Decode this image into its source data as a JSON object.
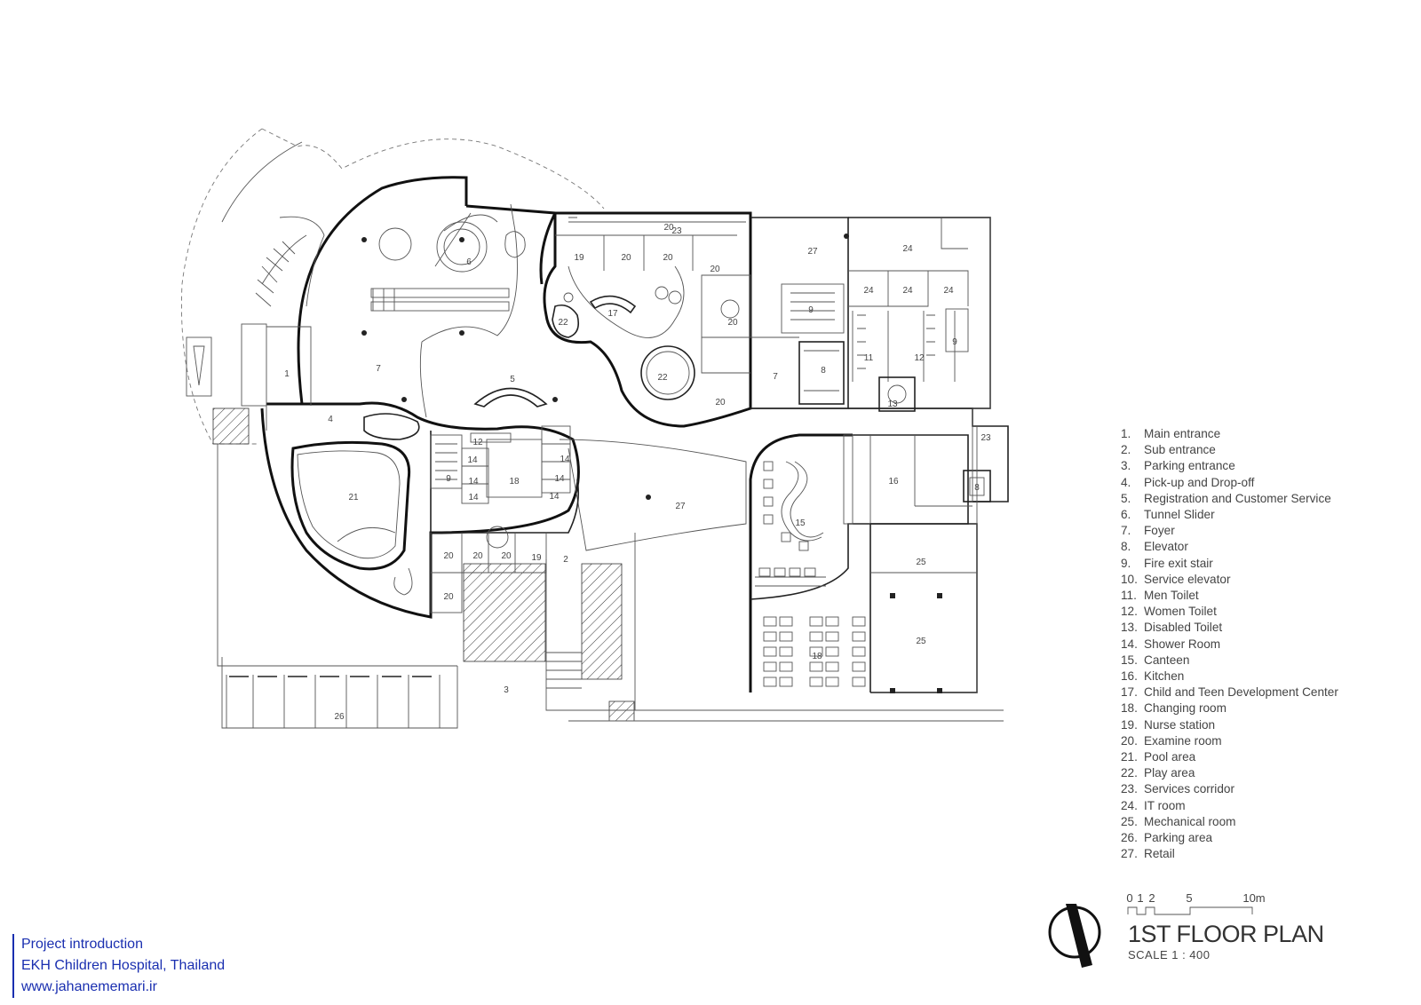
{
  "plan": {
    "title": "1ST FLOOR PLAN",
    "scale": "SCALE 1 : 400",
    "scale_bar": {
      "ticks": [
        "0",
        "1",
        "2",
        "5",
        "10m"
      ]
    },
    "legend": [
      {
        "num": "1.",
        "label": "Main entrance"
      },
      {
        "num": "2.",
        "label": "Sub entrance"
      },
      {
        "num": "3.",
        "label": "Parking entrance"
      },
      {
        "num": "4.",
        "label": "Pick-up and Drop-off"
      },
      {
        "num": "5.",
        "label": "Registration and Customer Service"
      },
      {
        "num": "6.",
        "label": "Tunnel Slider"
      },
      {
        "num": "7.",
        "label": "Foyer"
      },
      {
        "num": "8.",
        "label": "Elevator"
      },
      {
        "num": "9.",
        "label": "Fire exit stair"
      },
      {
        "num": "10.",
        "label": "Service elevator"
      },
      {
        "num": "11.",
        "label": "Men Toilet"
      },
      {
        "num": "12.",
        "label": "Women Toilet"
      },
      {
        "num": "13.",
        "label": "Disabled Toilet"
      },
      {
        "num": "14.",
        "label": "Shower Room"
      },
      {
        "num": "15.",
        "label": "Canteen"
      },
      {
        "num": "16.",
        "label": "Kitchen"
      },
      {
        "num": "17.",
        "label": "Child and Teen Development Center"
      },
      {
        "num": "18.",
        "label": "Changing room"
      },
      {
        "num": "19.",
        "label": "Nurse station"
      },
      {
        "num": "20.",
        "label": "Examine room"
      },
      {
        "num": "21.",
        "label": "Pool area"
      },
      {
        "num": "22.",
        "label": "Play area"
      },
      {
        "num": "23.",
        "label": "Services corridor"
      },
      {
        "num": "24.",
        "label": "IT room"
      },
      {
        "num": "25.",
        "label": "Mechanical room"
      },
      {
        "num": "26.",
        "label": "Parking area"
      },
      {
        "num": "27.",
        "label": "Retail"
      }
    ],
    "room_labels": {
      "r1": "1",
      "r2": "2",
      "r3": "3",
      "r4": "4",
      "r5": "5",
      "r6": "6",
      "r7a": "7",
      "r7b": "7",
      "r8a": "8",
      "r8b": "8",
      "r9a": "9",
      "r9b": "9",
      "r9c": "9",
      "r11": "11",
      "r12a": "12",
      "r12b": "12",
      "r13": "13",
      "r14a": "14",
      "r14b": "14",
      "r14c": "14",
      "r14d": "14",
      "r14e": "14",
      "r14f": "14",
      "r15": "15",
      "r16": "16",
      "r17": "17",
      "r18a": "18",
      "r18b": "18",
      "r19a": "19",
      "r19b": "19",
      "r20a": "20",
      "r20b": "20",
      "r20c": "20",
      "r20d": "20",
      "r20e": "20",
      "r20f": "20",
      "r20g": "20",
      "r20h": "20",
      "r20i": "20",
      "r20j": "20",
      "r21": "21",
      "r22a": "22",
      "r22b": "22",
      "r23a": "23",
      "r23b": "23",
      "r24a": "24",
      "r24b": "24",
      "r24c": "24",
      "r24d": "24",
      "r25a": "25",
      "r25b": "25",
      "r26": "26",
      "r27a": "27",
      "r27b": "27"
    }
  },
  "project": {
    "line1": "Project introduction",
    "line2": "EKH Children Hospital, Thailand",
    "line3": "www.jahanememari.ir"
  }
}
